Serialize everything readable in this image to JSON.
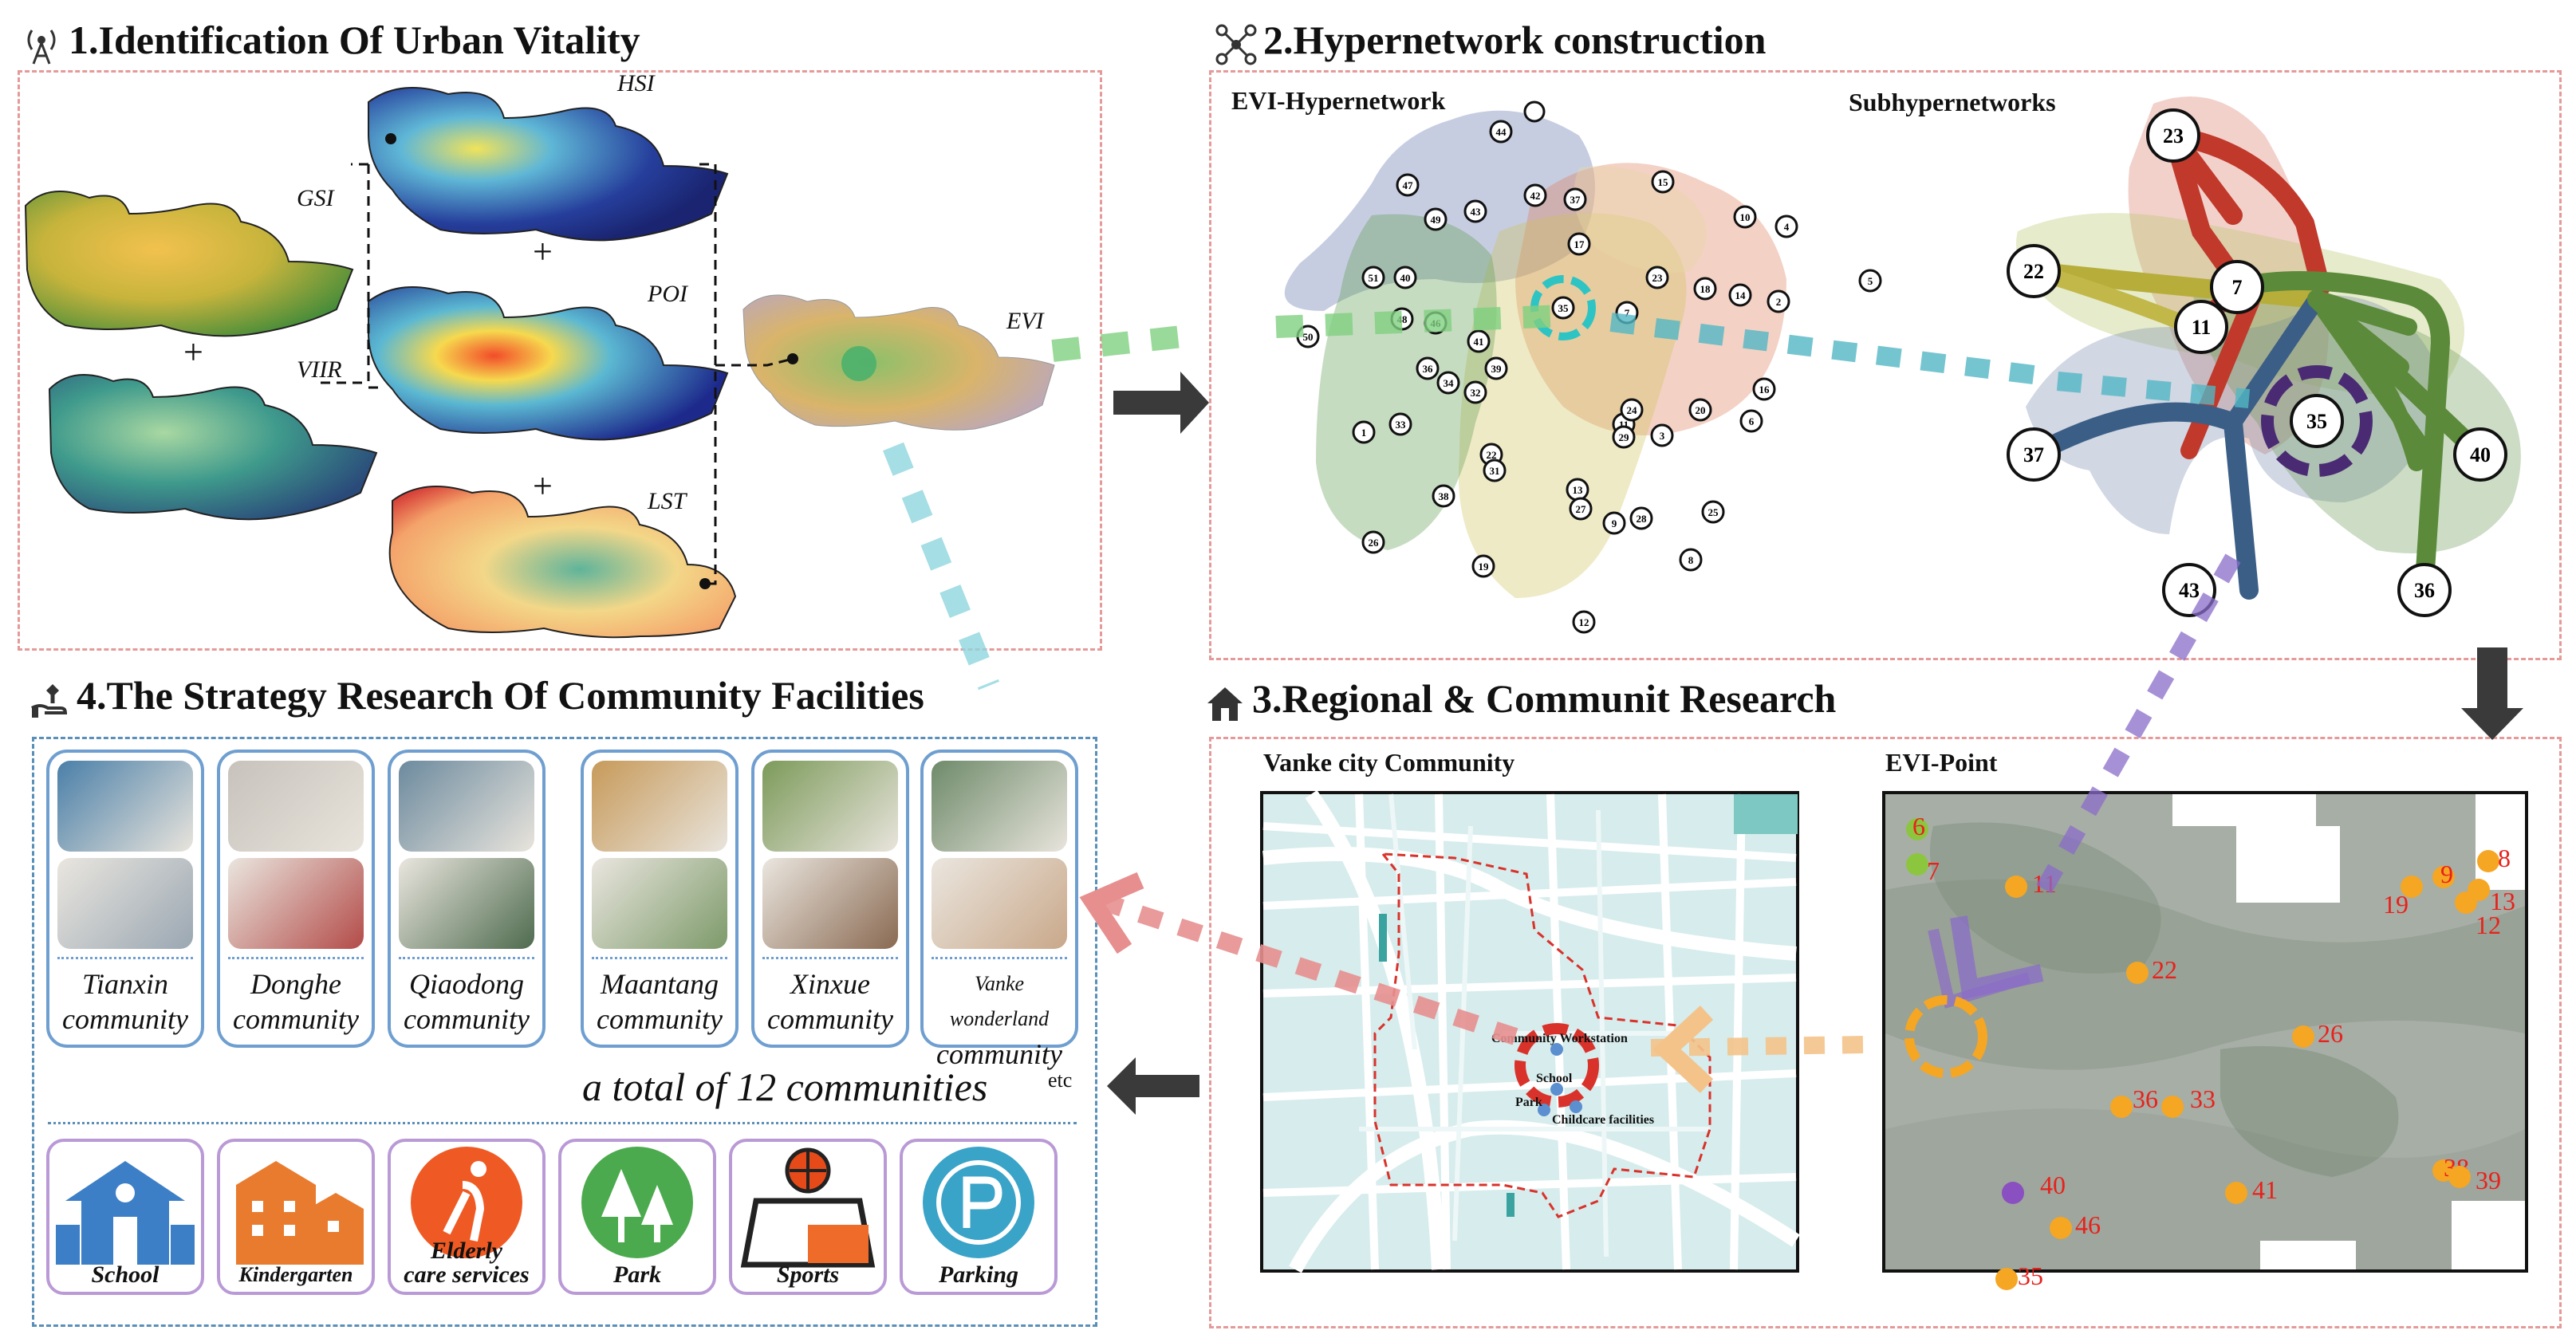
{
  "sections": {
    "s1": {
      "title": "1.Identification Of Urban Vitality"
    },
    "s2": {
      "title": "2.Hypernetwork construction"
    },
    "s3": {
      "title": "3.Regional & Communit Research"
    },
    "s4": {
      "title": "4.The Strategy Research Of Community Facilities"
    }
  },
  "vitality_maps": {
    "gsi": "GSI",
    "viir": "VIIR",
    "hsi": "HSI",
    "poi": "POI",
    "lst": "LST",
    "evi": "EVI",
    "plus": "+"
  },
  "hypernetwork": {
    "evi_label": "EVI-Hypernetwork",
    "sub_label": "Subhypernetworks",
    "evi_nodes": [
      "44",
      "47",
      "49",
      "43",
      "42",
      "37",
      "15",
      "10",
      "4",
      "51",
      "40",
      "17",
      "23",
      "18",
      "14",
      "2",
      "5",
      "48",
      "46",
      "35",
      "7",
      "50",
      "36",
      "34",
      "39",
      "41",
      "32",
      "11",
      "24",
      "29",
      "3",
      "20",
      "6",
      "16",
      "1",
      "33",
      "22",
      "31",
      "38",
      "13",
      "27",
      "25",
      "9",
      "28",
      "26",
      "8",
      "19",
      "12"
    ],
    "sub_nodes": [
      "23",
      "22",
      "7",
      "11",
      "35",
      "37",
      "40",
      "43",
      "36"
    ]
  },
  "regional": {
    "community_label": "Vanke city Community",
    "evi_point_label": "EVI-Point",
    "map_markers": {
      "workstation": "Community Workstation",
      "school": "School",
      "park": "Park",
      "childcare": "Childcare facilities"
    },
    "points": [
      "6",
      "7",
      "11",
      "9",
      "8",
      "13",
      "19",
      "12",
      "22",
      "26",
      "35",
      "36",
      "33",
      "40",
      "41",
      "38",
      "39",
      "46"
    ]
  },
  "strategy": {
    "communities": [
      {
        "name_l1": "Tianxin",
        "name_l2": "community"
      },
      {
        "name_l1": "Donghe",
        "name_l2": "community"
      },
      {
        "name_l1": "Qiaodong",
        "name_l2": "community"
      },
      {
        "name_l1": "Maantang",
        "name_l2": "community"
      },
      {
        "name_l1": "Xinxue",
        "name_l2": "community"
      },
      {
        "name_l1": "Vanke wonderland",
        "name_l2": "community"
      }
    ],
    "total_text": "a total of 12 communities",
    "etc": "etc",
    "facilities": [
      {
        "label_l1": "School",
        "label_l2": ""
      },
      {
        "label_l1": "Kindergarten",
        "label_l2": ""
      },
      {
        "label_l1": "Elderly",
        "label_l2": "care services"
      },
      {
        "label_l1": "Park",
        "label_l2": ""
      },
      {
        "label_l1": "Sports",
        "label_l2": ""
      },
      {
        "label_l1": "Parking",
        "label_l2": ""
      }
    ]
  },
  "colors": {
    "red_frame": "#e59a9a",
    "blue_frame": "#5a8fb8",
    "card_border": "#6f9fd0",
    "facility_border": "#b99ad6",
    "point_orange": "#f5a623",
    "label_red": "#e8211b"
  }
}
